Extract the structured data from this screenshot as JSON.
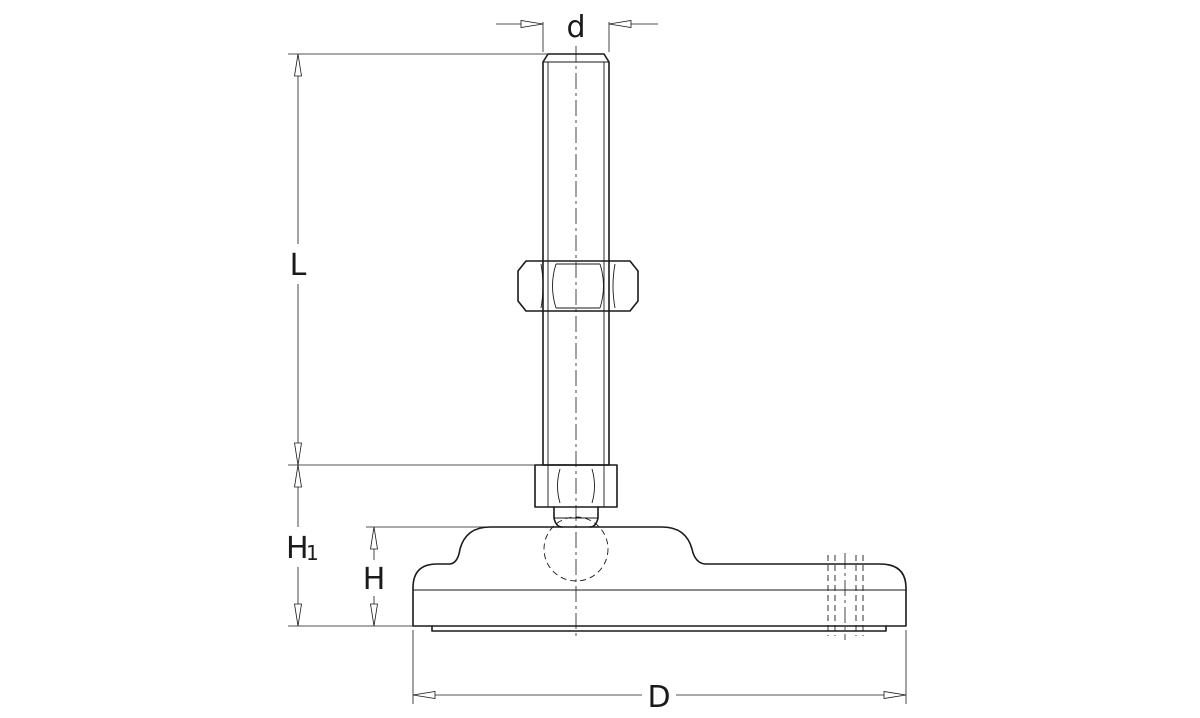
{
  "dimensions": {
    "thread_diameter": "d",
    "screw_length": "L",
    "total_height_main": "H",
    "total_height_sub": "1",
    "base_height": "H",
    "base_diameter": "D"
  }
}
